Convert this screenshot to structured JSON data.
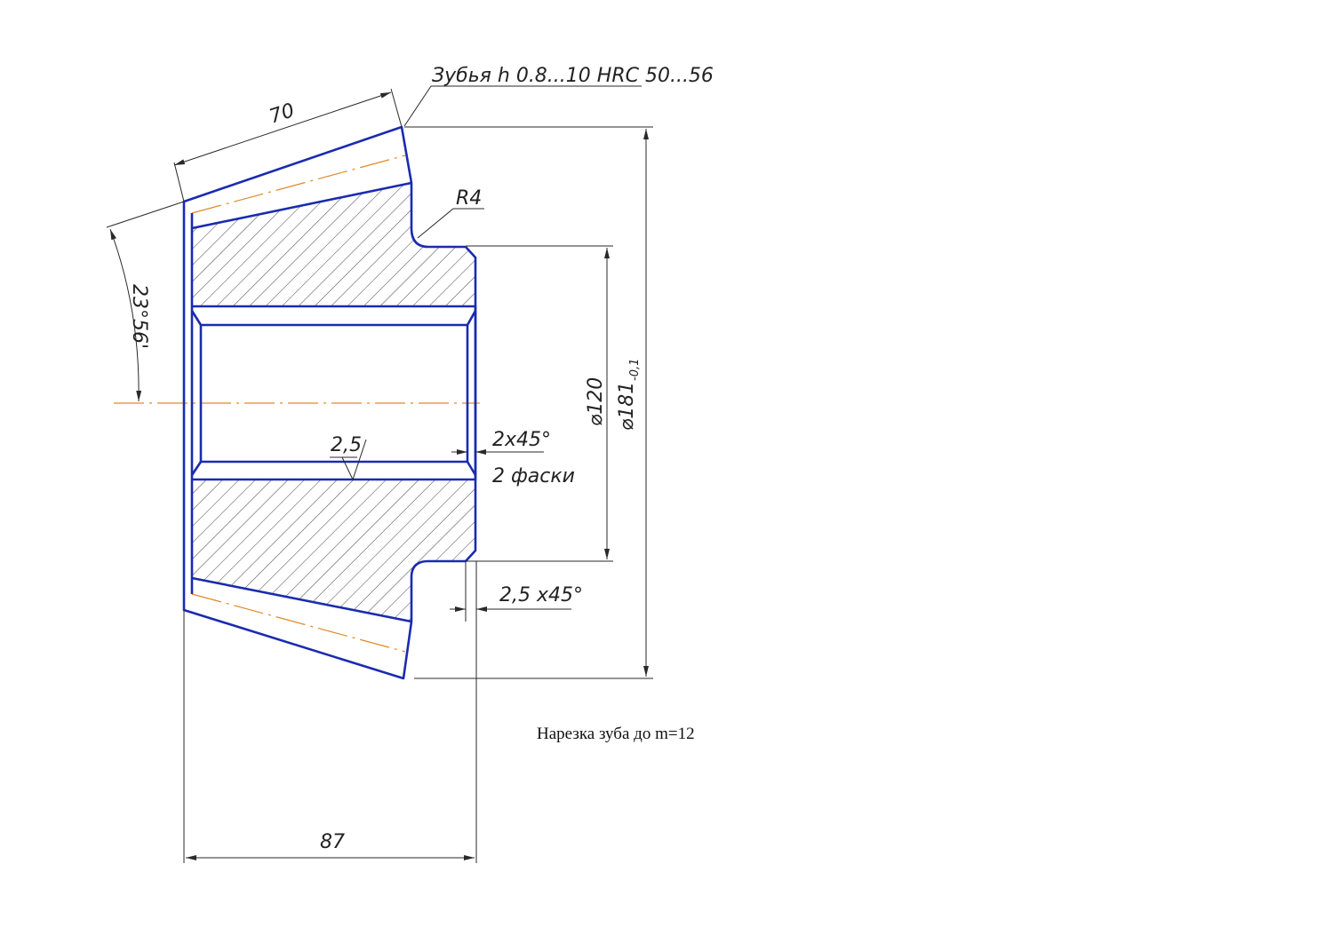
{
  "drawing": {
    "colors": {
      "contour": "#1a2bb0",
      "axis": "#e08a2a",
      "dimension": "#2a2a2a",
      "hatch": "#444444"
    },
    "dimensions": {
      "tooth_length": "70",
      "cone_angle": "23°56'",
      "fillet_radius": "R4",
      "bore_diameter_symbol": "⌀",
      "bore_diameter": "120",
      "outer_diameter_symbol": "⌀",
      "outer_diameter": "181",
      "outer_diameter_tolerance": "-0,1",
      "chamfer_bore": "2х45°",
      "chamfer_bore_note": "2 фаски",
      "chamfer_hub": "2,5 х45°",
      "overall_length": "87",
      "roughness": "2,5"
    },
    "leader_note": "Зубья h 0.8...10 HRC 50...56",
    "footer_note": "Нарезка зуба до m=12"
  }
}
